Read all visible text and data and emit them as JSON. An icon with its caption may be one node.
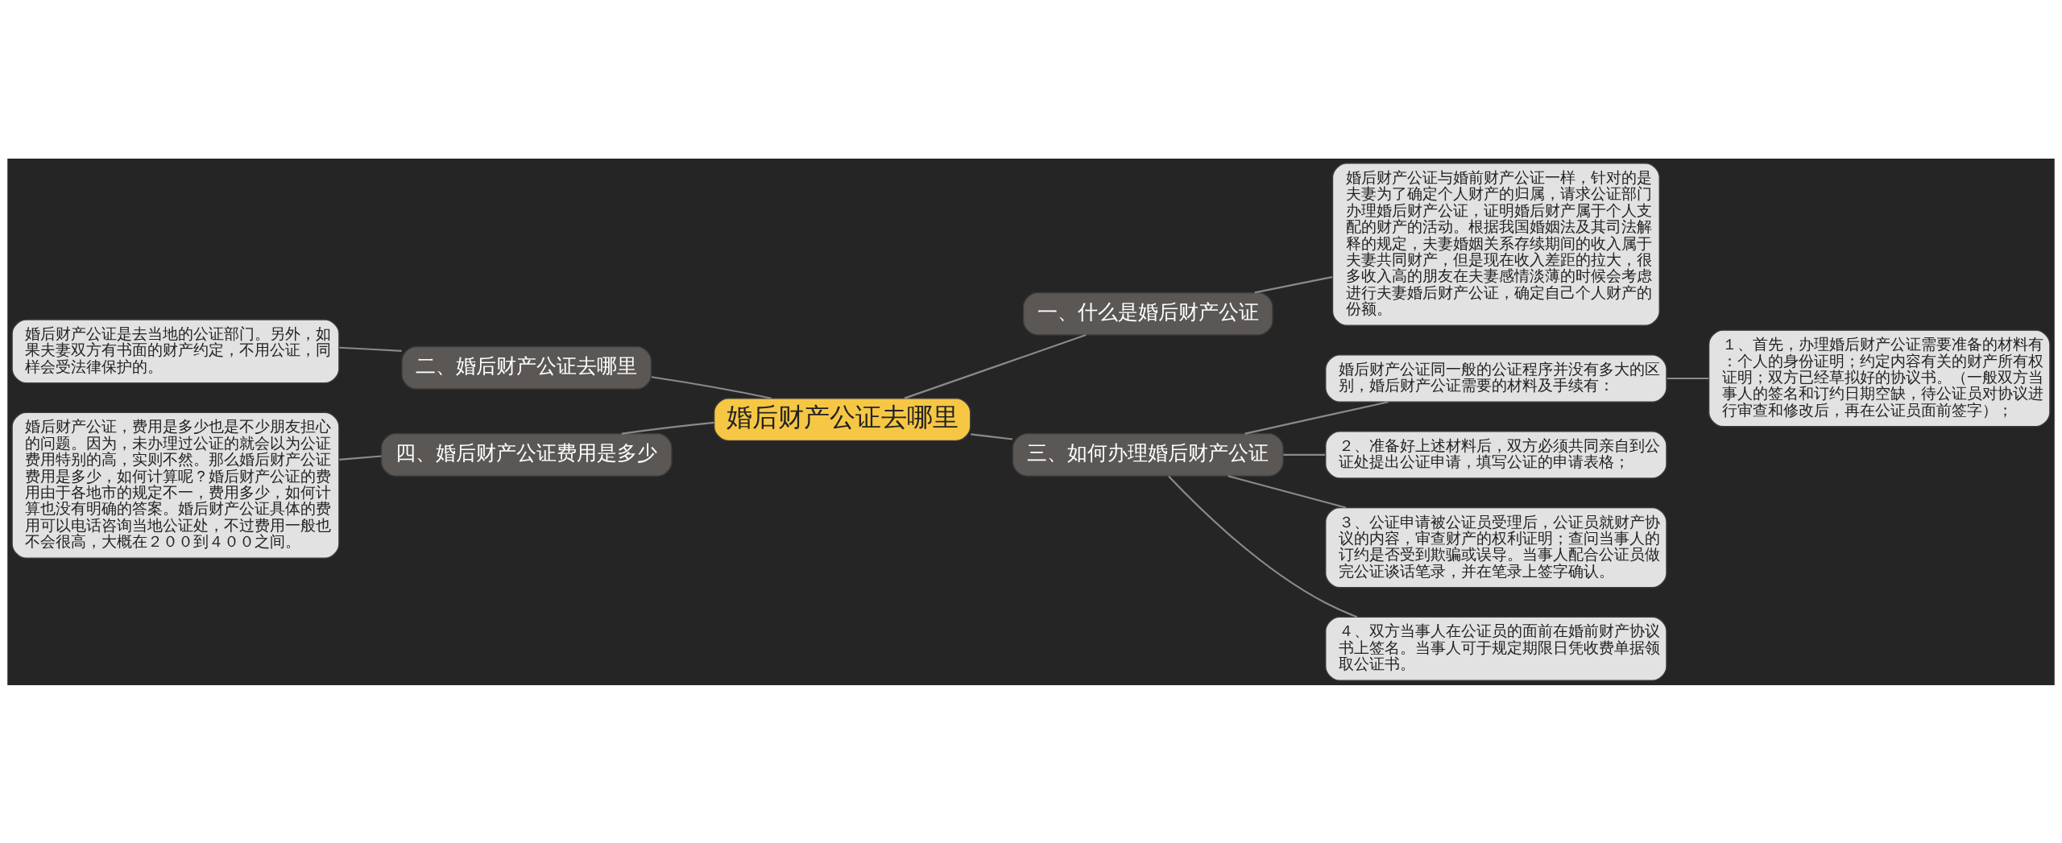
{
  "diagram": {
    "nodes": [
      {
        "text": [
          "婚后财产公证去哪里"
        ]
      },
      {
        "text": [
          "一、什么是婚后财产公证"
        ]
      },
      {
        "text": [
          "婚后财产公证与婚前财产公证一样，针对的是夫妻为了确定个人财产的归属，请求公证部门办理婚后财产公证，证明婚后财产属于个人支配的财产的活动。根据我国婚姻法及其司法解释的规定，夫妻婚姻关系存续期间的收入属于夫妻共同财产，但是现在收入差距的拉大，很多收入高的朋友在夫妻感情淡薄的时候会考虑进行夫妻婚后财产公证，确定自己个人财产的份额。"
        ]
      },
      {
        "text": [
          "二、婚后财产公证去哪里"
        ]
      },
      {
        "text": [
          "婚后财产公证是去当地的公证部门。另外，如果夫妻双方有书面的财产约定，不用公证，同样会受法律保护的。"
        ]
      },
      {
        "text": [
          "三、如何办理婚后财产公证"
        ]
      },
      {
        "text": [
          "婚后财产公证同一般的公证程序并没有多大的区别，婚后财产公证需要的材料及手续有："
        ]
      },
      {
        "text": [
          "１、首先，办理婚后财产公证需要准备的材料有：个人的身份证明；约定内容有关的财产所有权证明；双方已经草拟好的协议书。（一般双方当事人的签名和订约日期空缺，待公证员对协议进行审查和修改后，再在公证员面前签字）；"
        ]
      },
      {
        "text": [
          "２、准备好上述材料后，双方必须共同亲自到公证处提出公证申请，填写公证的申请表格；"
        ]
      },
      {
        "text": [
          "３、公证申请被公证员受理后，公证员就财产协议的内容，审查财产的权利证明；查问当事人的订约是否受到欺骗或误导。当事人配合公证员做完公证谈话笔录，并在笔录上签字确认。"
        ]
      },
      {
        "text": [
          "４、双方当事人在公证员的面前在婚前财产协议书上签名。当事人可于规定期限日凭收费单据领取公证书。"
        ]
      },
      {
        "text": [
          "四、婚后财产公证费用是多少"
        ]
      },
      {
        "text": [
          "婚后财产公证，费用是多少也是不少朋友担心的问题。因为，未办理过公证的就会以为公证费用特别的高，实则不然。那么婚后财产公证费用是多少，如何计算呢？婚后财产公证的费用由于各地市的规定不一，费用多少，如何计算也没有明确的答案。婚后财产公证具体的费用可以电话咨询当地公证处，不过费用一般也不会很高，大概在２００到４００之间。"
        ]
      }
    ],
    "edges": [
      {
        "from": 0,
        "to": 1,
        "arrow": "none"
      },
      {
        "from": 1,
        "to": 2,
        "arrow": "none"
      },
      {
        "from": 0,
        "to": 3,
        "arrow": "none"
      },
      {
        "from": 3,
        "to": 4,
        "arrow": "none"
      },
      {
        "from": 0,
        "to": 5,
        "arrow": "none"
      },
      {
        "from": 5,
        "to": 6,
        "arrow": "none"
      },
      {
        "from": 6,
        "to": 7,
        "arrow": "none"
      },
      {
        "from": 5,
        "to": 8,
        "arrow": "none"
      },
      {
        "from": 5,
        "to": 9,
        "arrow": "none"
      },
      {
        "from": 5,
        "to": 10,
        "arrow": "none"
      },
      {
        "from": 0,
        "to": 11,
        "arrow": "none"
      },
      {
        "from": 11,
        "to": 12,
        "arrow": "none"
      }
    ]
  }
}
